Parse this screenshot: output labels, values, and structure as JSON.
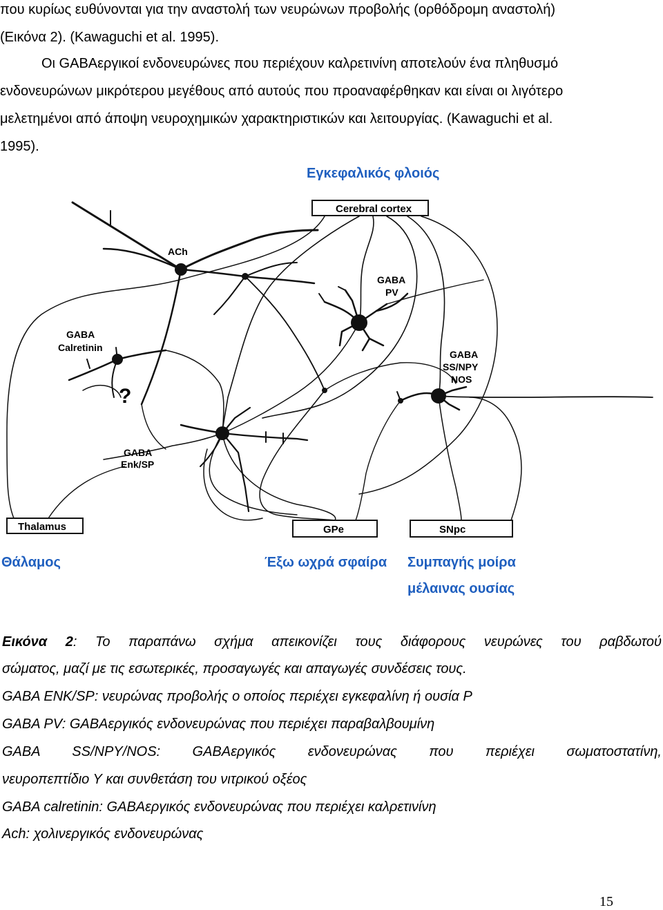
{
  "body_text": {
    "line1": "που κυρίως ευθύνονται για την αναστολή των νευρώνων προβολής (ορθόδρομη αναστολή)",
    "line2": "(Εικόνα 2). (Kawaguchi et al. 1995).",
    "line3": "Οι GABAεργικοί ενδονευρώνες που περιέχουν καλρετινίνη αποτελούν ένα πληθυσμό",
    "line4": "ενδονευρώνων μικρότερου μεγέθους από αυτούς που προαναφέρθηκαν και είναι οι λιγότερο",
    "line5": "μελετημένοι από άποψη νευροχημικών χαρακτηριστικών και λειτουργίας. (Kawaguchi et al.",
    "line6": "1995)."
  },
  "figure": {
    "title_greek": "Εγκεφαλικός φλοιός",
    "boxes": {
      "cortex": "Cerebral cortex",
      "thalamus": "Thalamus",
      "gpe": "GPe",
      "snpc": "SNpc"
    },
    "neuron_labels": {
      "ach": "ACh",
      "gaba_pv_1": "GABA",
      "gaba_pv_2": "PV",
      "gaba_calret_1": "GABA",
      "gaba_calret_2": "Calretinin",
      "question": "?",
      "gaba_ss_1": "GABA",
      "gaba_ss_2": "SS/NPY",
      "gaba_ss_3": "NOS",
      "gaba_enk_1": "GABA",
      "gaba_enk_2": "Enk/SP"
    },
    "greek_labels": {
      "thalamus": "Θάλαμος",
      "gpe": "Έξω ωχρά σφαίρα",
      "snpc_1": "Συμπαγής μοίρα",
      "snpc_2": "μέλαινας ουσίας"
    }
  },
  "caption": {
    "label": "Εικόνα 2",
    "text_line1": ": Το παραπάνω σχήμα απεικονίζει τους διάφορους νευρώνες του ραβδωτού",
    "text_line2": "σώματος, μαζί με τις εσωτερικές, προσαγωγές και απαγωγές συνδέσεις τους.",
    "def1": "GABA ENK/SP: νευρώνας προβολής ο οποίος περιέχει εγκεφαλίνη ή ουσία Ρ",
    "def2": "GABA PV: GABAεργικός ενδονευρώνας που περιέχει παραβαλβουμίνη",
    "def3_line1": "GABA SS/NPY/NOS: GABAεργικός ενδονευρώνας που περιέχει σωματοστατίνη,",
    "def3_line2": "νευροπεπτίδιο Υ και συνθετάση του νιτρικού οξέος",
    "def4": "GABA calretinin: GABAεργικός ενδονευρώνας που περιέχει καλρετινίνη",
    "def5": "Ach: χολινεργικός  ενδονευρώνας"
  },
  "page_number": "15"
}
